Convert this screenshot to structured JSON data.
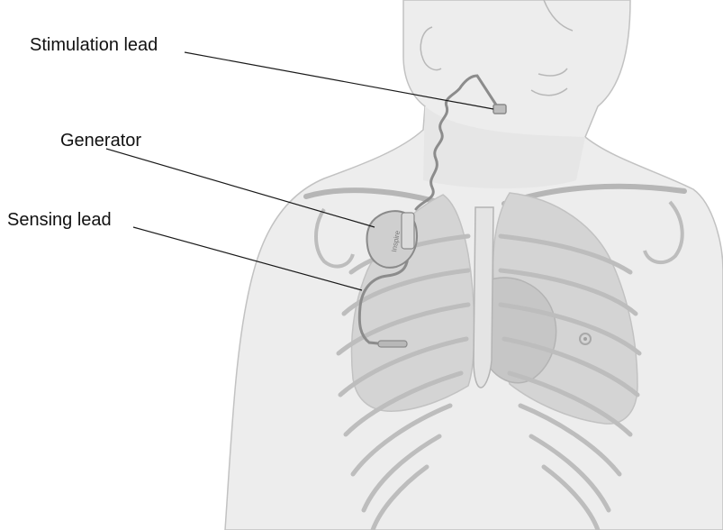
{
  "diagram": {
    "labels": {
      "stimulation_lead": "Stimulation lead",
      "generator": "Generator",
      "sensing_lead": "Sensing lead"
    },
    "device_marking": "Inspire"
  },
  "colors": {
    "skin": "#ededed",
    "body_outline": "#bcbcbc",
    "lungs": "#d5d5d5",
    "heart": "#c4c4c4",
    "bone": "#b4b4b4",
    "device": "#cfcfcf",
    "device_outline": "#8a8a8a",
    "lead_wire": "#8c8c8c",
    "leader_line": "#1a1a1a"
  }
}
